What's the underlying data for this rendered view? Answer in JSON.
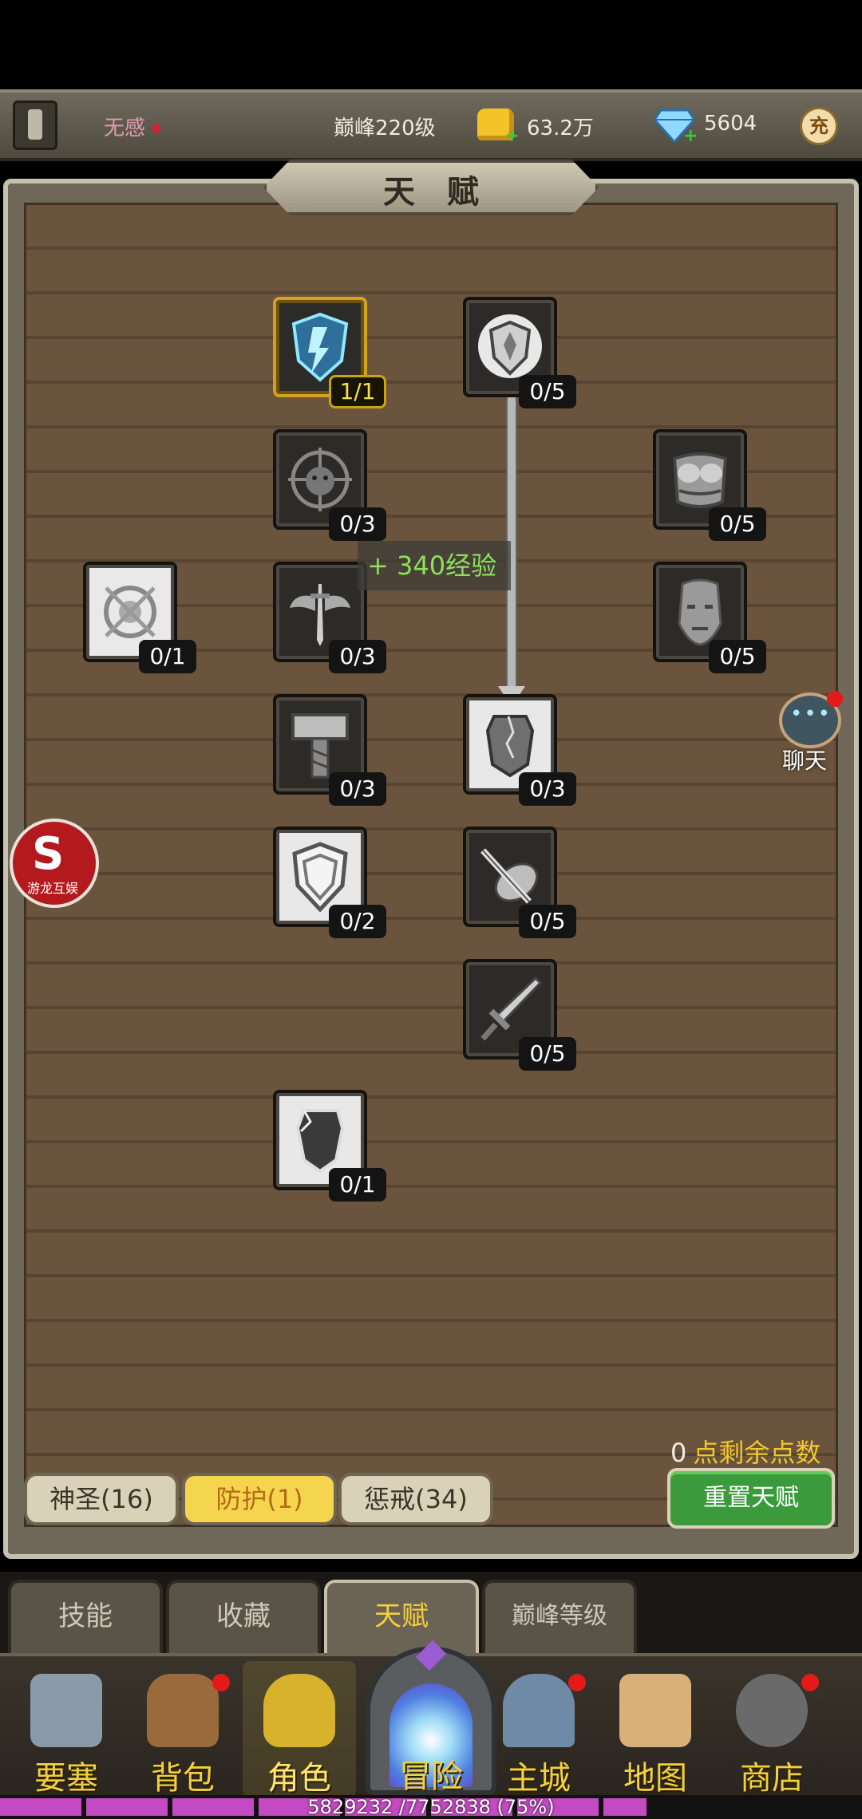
{
  "topbar": {
    "player_name": "无感",
    "peak_level": "巅峰220级",
    "gold": "63.2万",
    "gems": "5604",
    "recharge_label": "充"
  },
  "panel": {
    "title": "天赋",
    "exp_tip": "+ 340经验",
    "remaining_points_num": "0",
    "remaining_points_label": "点剩余点数",
    "reset_label": "重置天赋"
  },
  "talents": [
    {
      "id": "lightning-shield",
      "count": "1/1",
      "active": true
    },
    {
      "id": "holy-shield",
      "count": "0/5",
      "active": false
    },
    {
      "id": "demon-target",
      "count": "0/3",
      "active": false
    },
    {
      "id": "chest-armor",
      "count": "0/5",
      "active": false
    },
    {
      "id": "burst-orb",
      "count": "0/1",
      "active": false
    },
    {
      "id": "winged-sword",
      "count": "0/3",
      "active": false
    },
    {
      "id": "stone-head",
      "count": "0/5",
      "active": false
    },
    {
      "id": "hammer",
      "count": "0/3",
      "active": false
    },
    {
      "id": "cracked-shield",
      "count": "0/3",
      "active": false
    },
    {
      "id": "guard-shield",
      "count": "0/2",
      "active": false
    },
    {
      "id": "sword-shield",
      "count": "0/5",
      "active": false
    },
    {
      "id": "sword",
      "count": "0/5",
      "active": false
    },
    {
      "id": "broken-crest",
      "count": "0/1",
      "active": false
    }
  ],
  "tree_tabs": [
    {
      "label": "神圣(16)",
      "selected": false
    },
    {
      "label": "防护(1)",
      "selected": true
    },
    {
      "label": "惩戒(34)",
      "selected": false
    }
  ],
  "sub_tabs": [
    {
      "label": "技能",
      "selected": false
    },
    {
      "label": "收藏",
      "selected": false
    },
    {
      "label": "天赋",
      "selected": true
    },
    {
      "label": "巅峰等级",
      "selected": false
    }
  ],
  "chat": {
    "label": "聊天"
  },
  "float_logo": {
    "text": "游龙互娱"
  },
  "nav": [
    {
      "label": "要塞",
      "badge": false
    },
    {
      "label": "背包",
      "badge": true
    },
    {
      "label": "角色",
      "badge": false,
      "selected": true
    },
    {
      "label": "冒险",
      "badge": false
    },
    {
      "label": "主城",
      "badge": true
    },
    {
      "label": "地图",
      "badge": false
    },
    {
      "label": "商店",
      "badge": true
    }
  ],
  "exp": {
    "text": "5829232 /7752838 (75%)",
    "percent": 75
  },
  "colors": {
    "accent_gold": "#f2d23a",
    "active_frame": "#d4a21a",
    "reset_green": "#3a9a3c",
    "exp_purple": "#c34ac3"
  }
}
